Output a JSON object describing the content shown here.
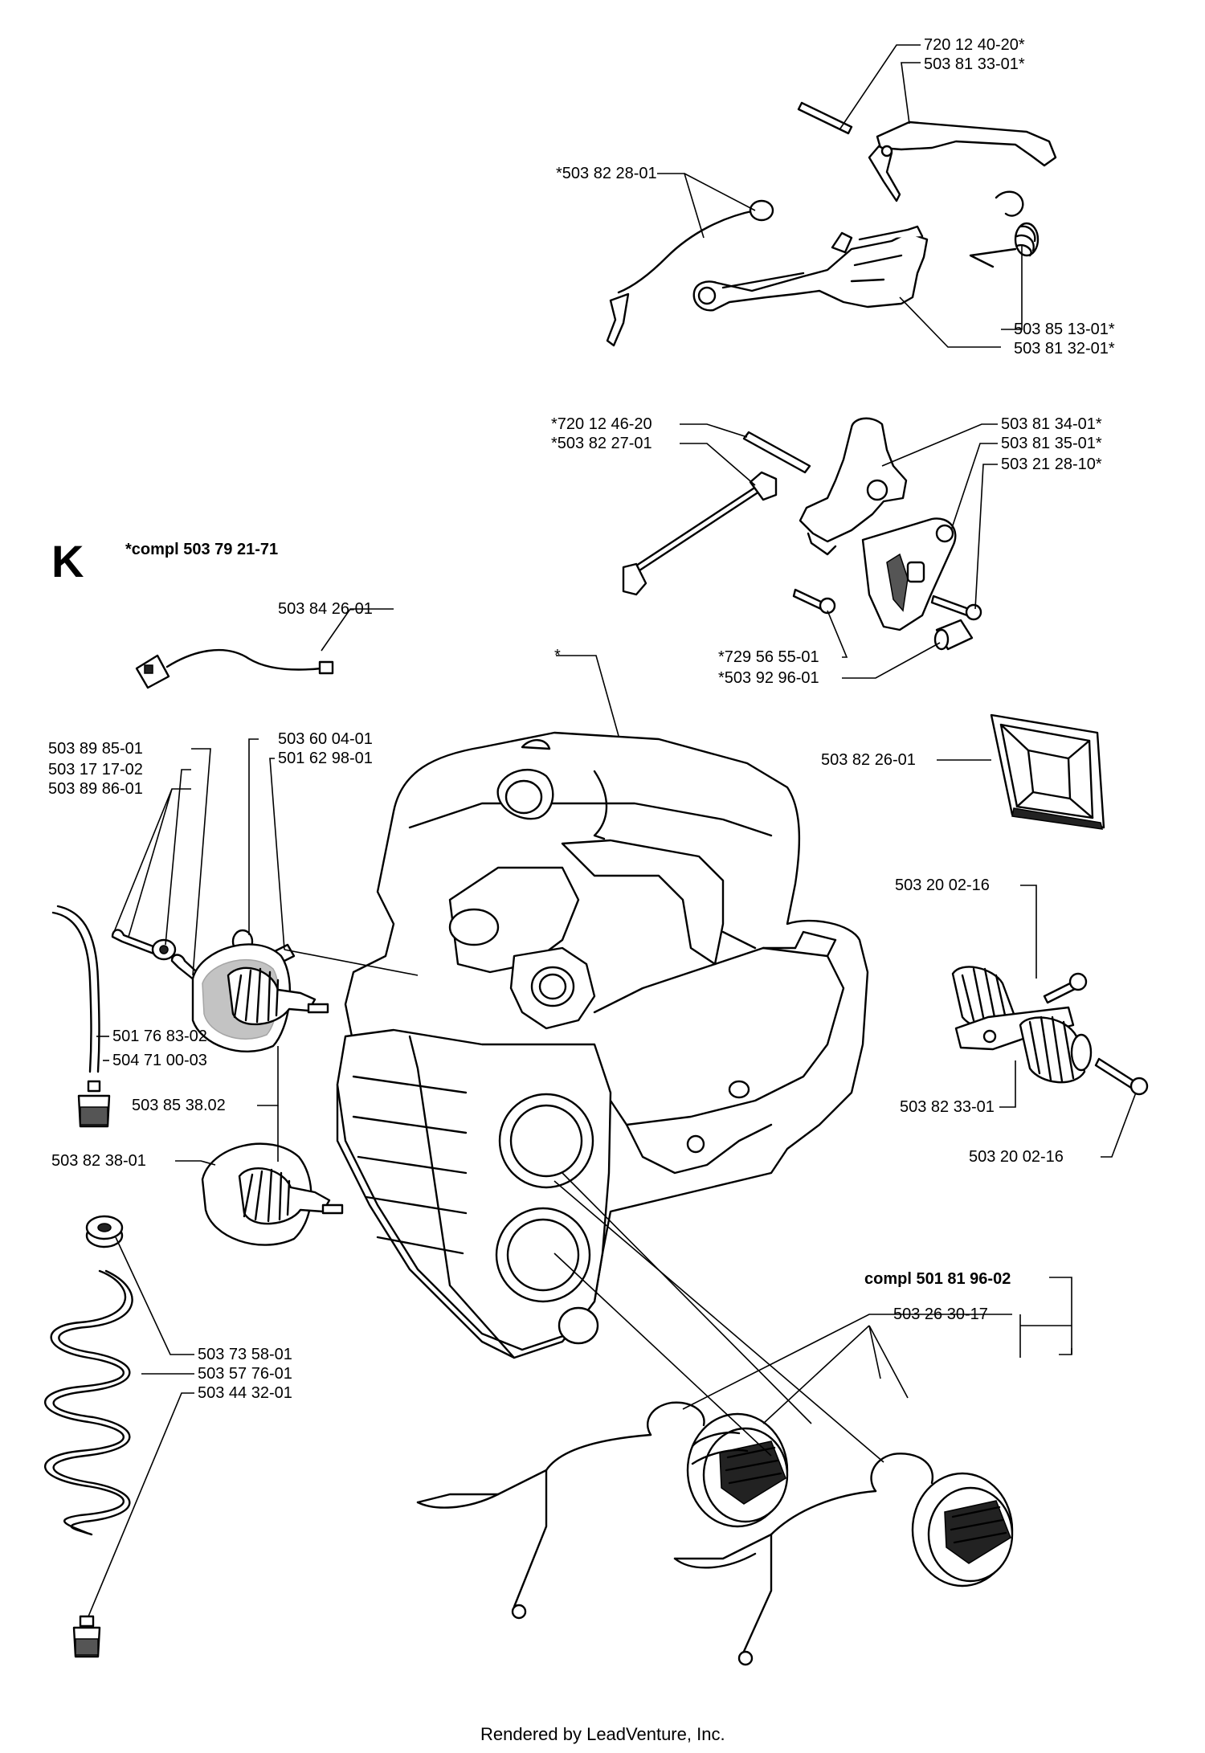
{
  "section": {
    "letter": "K",
    "kit": "*compl 503 79 21-71"
  },
  "labels": {
    "l01": "720 12 40-20*",
    "l02": "503 81 33-01*",
    "l03": "*503 82 28-01",
    "l04": "503 85 13-01*",
    "l05": "503 81 32-01*",
    "l06": "*720 12 46-20",
    "l07": "*503 82 27-01",
    "l08": "503 81 34-01*",
    "l09": "503 81 35-01*",
    "l10": "503 21 28-10*",
    "l11": "503 84 26-01",
    "l12": "*729 56 55-01",
    "l13": "*503 92 96-01",
    "l14": "*",
    "l15": "503 89 85-01",
    "l16": "503 17 17-02",
    "l17": "503 89 86-01",
    "l18": "503 60 04-01",
    "l19": "501 62 98-01",
    "l20": "503 82 26-01",
    "l21": "503 20 02-16",
    "l22": "501 76 83-02",
    "l23": "504 71 00-03",
    "l24": "503 85 38.02",
    "l25": "503 82 33-01",
    "l26": "503 82 38-01",
    "l27": "503 20 02-16",
    "l28": "compl 501 81 96-02",
    "l29": "503 26 30-17",
    "l30": "503 73 58-01",
    "l31": "503 57 76-01",
    "l32": "503 44 32-01"
  },
  "footer": {
    "credit": "Rendered by LeadVenture, Inc."
  }
}
